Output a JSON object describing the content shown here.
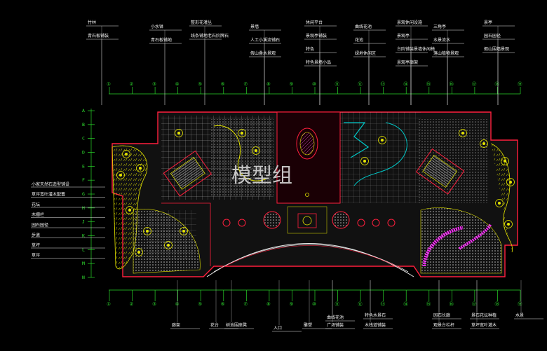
{
  "watermark": "模型组",
  "labels_top": [
    "竹林",
    "青石板铺装",
    "小水钵",
    "青石板铺地",
    "整形花灌丛",
    "线条铺地老石阶牌石",
    "景墙",
    "人工小溪流铺石",
    "假山叠水景观",
    "休闲平台",
    "景观亭铺装",
    "特色",
    "特色景墙小品",
    "曲线花池",
    "花池",
    "绿地休闲区",
    "景观休闲设施",
    "景观亭",
    "台阶铺装景墙休闲椅",
    "景观亭廊架",
    "三角亭",
    "水景流水",
    "落山植物景观",
    "景亭",
    "园石园径",
    "假山围墙景观"
  ],
  "labels_left": [
    "小家天然石造型铺设",
    "草坪宽叶灌木配置",
    "花坛",
    "木栅栏",
    "园石园径",
    "步道",
    "草坪",
    "草坪"
  ],
  "labels_bottom": [
    "廊架",
    "花台",
    "树池围座凳",
    "入口",
    "雕塑",
    "曲线花池",
    "广场铺装",
    "特色水景石",
    "木栈道铺装",
    "园石长廊",
    "观景台栏杆",
    "景石花坛种植",
    "草坪宽叶灌木",
    "水景"
  ],
  "axis_top": [
    "①",
    "②",
    "③",
    "④",
    "⑤",
    "⑥",
    "⑦",
    "⑧",
    "⑨",
    "⑩",
    "⑪",
    "⑫",
    "⑬",
    "⑭",
    "⑮",
    "⑯",
    "⑰",
    "⑱",
    "⑲"
  ],
  "axis_left": [
    "A",
    "B",
    "C",
    "D",
    "E",
    "F",
    "G",
    "H",
    "J",
    "K",
    "L",
    "M",
    "N"
  ],
  "colors": {
    "background": "#000000",
    "wall": "#ff1f3d",
    "planting": "#e6e600",
    "grid": "#2fe02f",
    "pool": "#00c8c8",
    "path": "#ff2bff",
    "text": "#f2f2f2"
  }
}
